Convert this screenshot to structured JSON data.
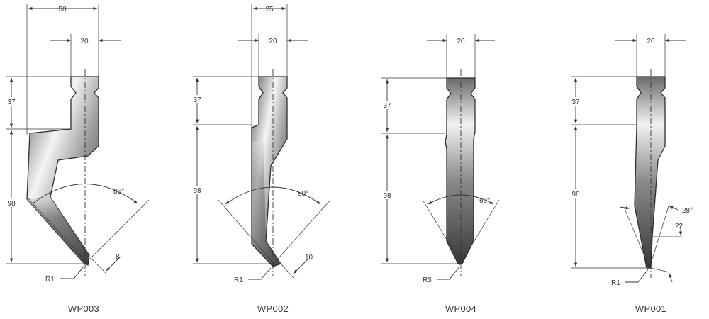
{
  "tools": [
    {
      "name": "WP003",
      "top_width": "50",
      "tang_width": "20",
      "tang_height": "37",
      "body_height": "98",
      "angle": "86°",
      "tip_dim": "8",
      "radius": "R1"
    },
    {
      "name": "WP002",
      "top_width": "25",
      "tang_width": "20",
      "tang_height": "37",
      "body_height": "98",
      "angle": "80°",
      "tip_dim": "10",
      "radius": "R1"
    },
    {
      "name": "WP004",
      "tang_width": "20",
      "tang_height": "37",
      "body_height": "98",
      "angle": "60°",
      "radius": "R3"
    },
    {
      "name": "WP001",
      "tang_width": "20",
      "tang_height": "37",
      "body_height": "98",
      "angle": "28°",
      "tip_dim": "22",
      "radius": "R1"
    }
  ],
  "colors": {
    "steel_dark": "#3d3d3d",
    "steel_light": "#f2f2f2",
    "line": "#333333"
  }
}
